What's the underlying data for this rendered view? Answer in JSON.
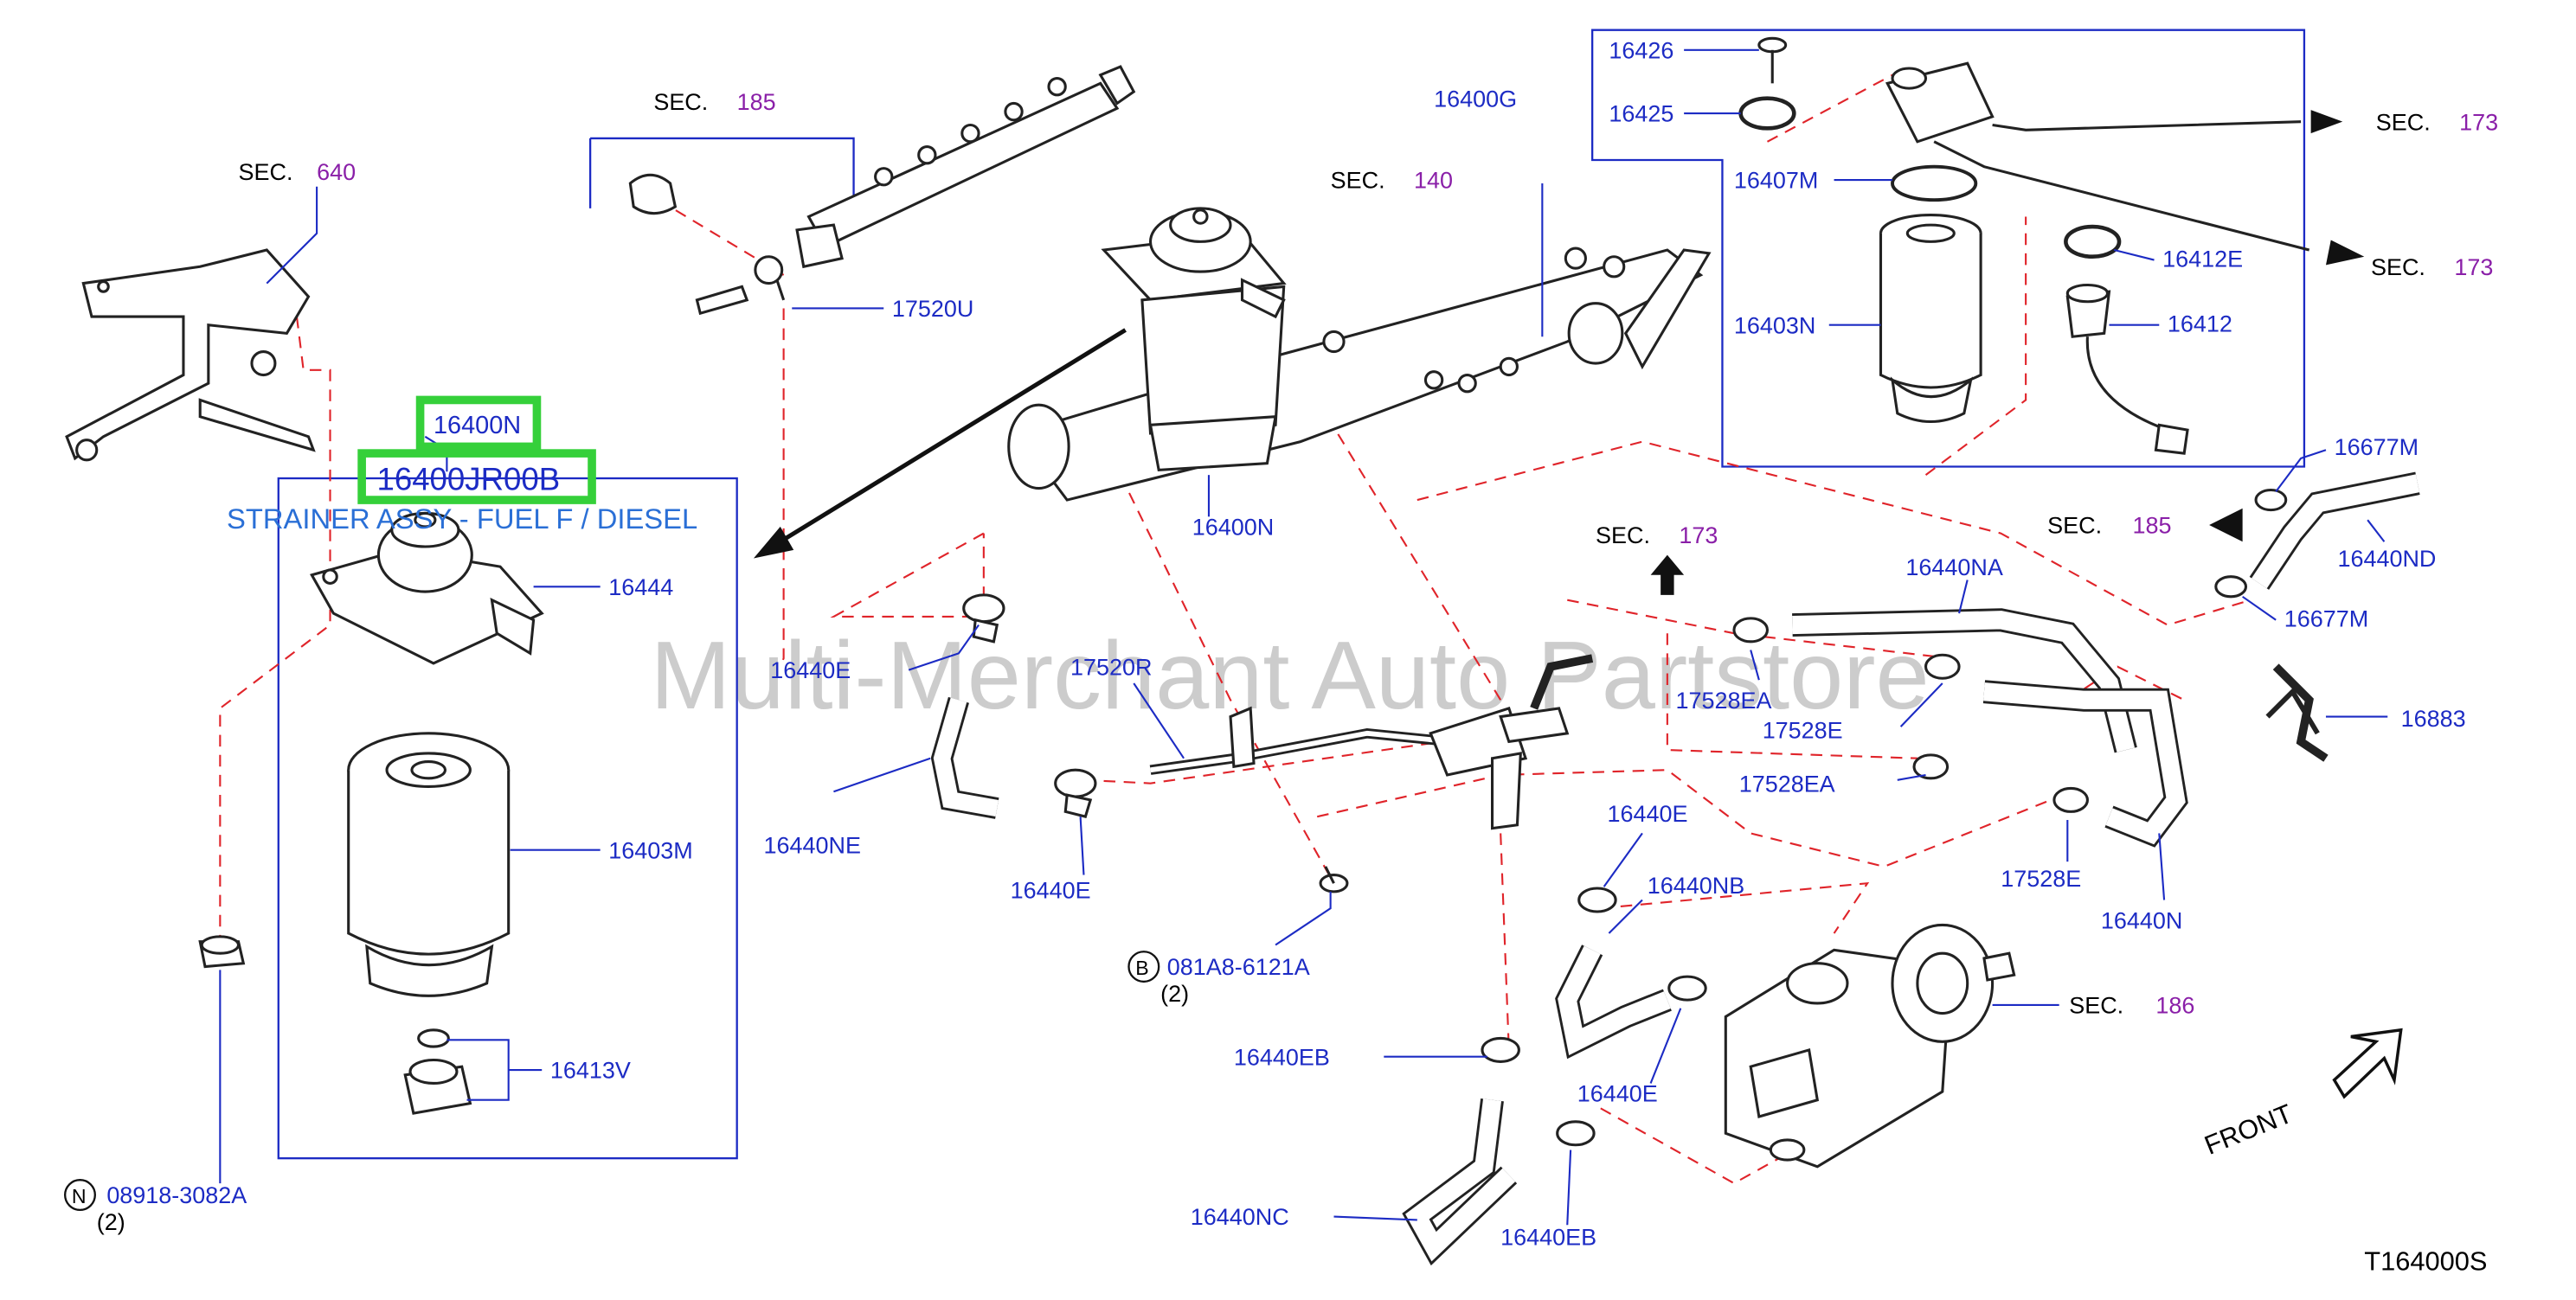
{
  "watermark": "Multi-Merchant Auto Partstore",
  "diagram_code": "T164000S",
  "front_label": "FRONT",
  "highlight": {
    "part_number": "16400JR00B",
    "callout": "16400N",
    "description": "STRAINER ASSY - FUEL F / DIESEL"
  },
  "sec_word": "SEC.",
  "sections": {
    "s640": "640",
    "s185_top": "185",
    "s140": "140",
    "s173_a": "173",
    "s173_b": "173",
    "s173_c": "173",
    "s185_right": "185",
    "s186": "186"
  },
  "parts": {
    "p16426": "16426",
    "p16400G": "16400G",
    "p16425": "16425",
    "p16407M": "16407M",
    "p16412E": "16412E",
    "p16403N": "16403N",
    "p16412": "16412",
    "p17520U": "17520U",
    "p16400N_main": "16400N",
    "p16444": "16444",
    "p16440E_1": "16440E",
    "p17520R": "17520R",
    "p16440NE": "16440NE",
    "p16440E_2": "16440E",
    "p081A8": "081A8-6121A",
    "p081A8_qty": "(2)",
    "p081A8_mark": "B",
    "p16403M": "16403M",
    "p16413V": "16413V",
    "p08918": "08918-3082A",
    "p08918_qty": "(2)",
    "p08918_mark": "N",
    "p16677M_top": "16677M",
    "p16440ND": "16440ND",
    "p16677M_bot": "16677M",
    "p16440NA": "16440NA",
    "p17528EA_1": "17528EA",
    "p17528E_1": "17528E",
    "p17528EA_2": "17528EA",
    "p16883": "16883",
    "p17528E_2": "17528E",
    "p16440N": "16440N",
    "p16440E_3": "16440E",
    "p16440NB": "16440NB",
    "p16440EB_1": "16440EB",
    "p16440E_4": "16440E",
    "p16440NC": "16440NC",
    "p16440EB_2": "16440EB"
  }
}
